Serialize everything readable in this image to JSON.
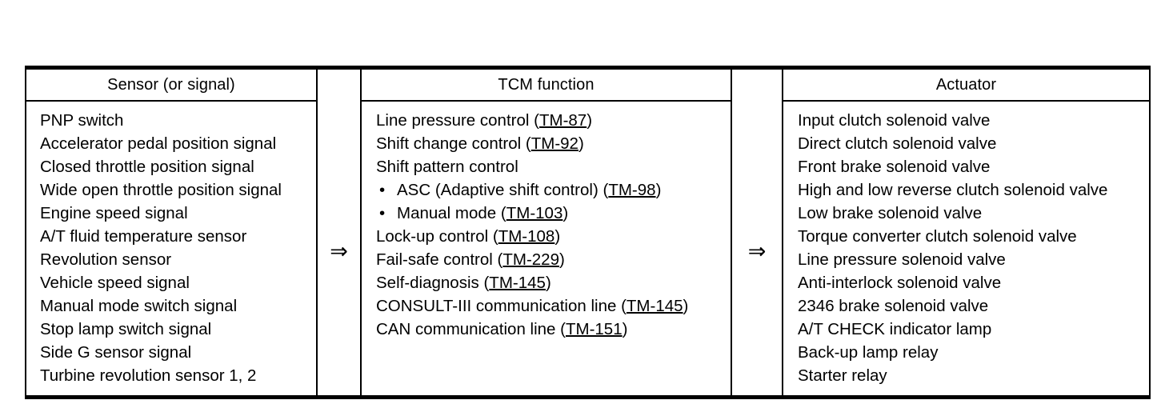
{
  "table": {
    "arrow_glyph": "⇒",
    "bullet_glyph": "•",
    "columns": [
      {
        "id": "sensor",
        "header": "Sensor (or signal)",
        "entries": [
          {
            "text": "PNP switch"
          },
          {
            "text": "Accelerator pedal position signal"
          },
          {
            "text": "Closed throttle position signal"
          },
          {
            "text": "Wide open throttle position signal"
          },
          {
            "text": "Engine speed signal"
          },
          {
            "text": "A/T fluid temperature sensor"
          },
          {
            "text": "Revolution sensor"
          },
          {
            "text": "Vehicle speed signal"
          },
          {
            "text": "Manual mode switch signal"
          },
          {
            "text": "Stop lamp switch signal"
          },
          {
            "text": "Side G sensor signal"
          },
          {
            "text": "Turbine revolution sensor 1, 2"
          }
        ]
      },
      {
        "id": "tcm",
        "header": "TCM function",
        "entries": [
          {
            "text": "Line pressure control (",
            "xref": "TM-87",
            "after": ")"
          },
          {
            "text": "Shift change control (",
            "xref": "TM-92",
            "after": ")"
          },
          {
            "text": "Shift pattern control"
          },
          {
            "bullet": true,
            "text": "ASC (Adaptive shift control) (",
            "xref": "TM-98",
            "after": ")"
          },
          {
            "bullet": true,
            "text": "Manual mode (",
            "xref": "TM-103",
            "after": ")"
          },
          {
            "text": "Lock-up control (",
            "xref": "TM-108",
            "after": ")"
          },
          {
            "text": "Fail-safe control (",
            "xref": "TM-229",
            "after": ")"
          },
          {
            "text": "Self-diagnosis (",
            "xref": "TM-145",
            "after": ")"
          },
          {
            "wrap": true,
            "text": "CONSULT-III communication line (",
            "xref": "TM-145",
            "after": ")"
          },
          {
            "text": "CAN communication line (",
            "xref": "TM-151",
            "after": ")"
          }
        ]
      },
      {
        "id": "actuator",
        "header": "Actuator",
        "entries": [
          {
            "text": "Input clutch solenoid valve"
          },
          {
            "text": "Direct clutch solenoid valve"
          },
          {
            "text": "Front brake solenoid valve"
          },
          {
            "text": "High and low reverse clutch solenoid valve"
          },
          {
            "text": "Low brake solenoid valve"
          },
          {
            "text": "Torque converter clutch solenoid valve"
          },
          {
            "text": "Line pressure solenoid valve"
          },
          {
            "text": "Anti-interlock solenoid valve"
          },
          {
            "text": "2346 brake solenoid valve"
          },
          {
            "text": "A/T CHECK indicator lamp"
          },
          {
            "text": "Back-up lamp relay"
          },
          {
            "text": "Starter relay"
          }
        ]
      }
    ]
  },
  "colors": {
    "rule": "#000000",
    "border": "#000000",
    "text": "#000000",
    "background": "#ffffff"
  }
}
